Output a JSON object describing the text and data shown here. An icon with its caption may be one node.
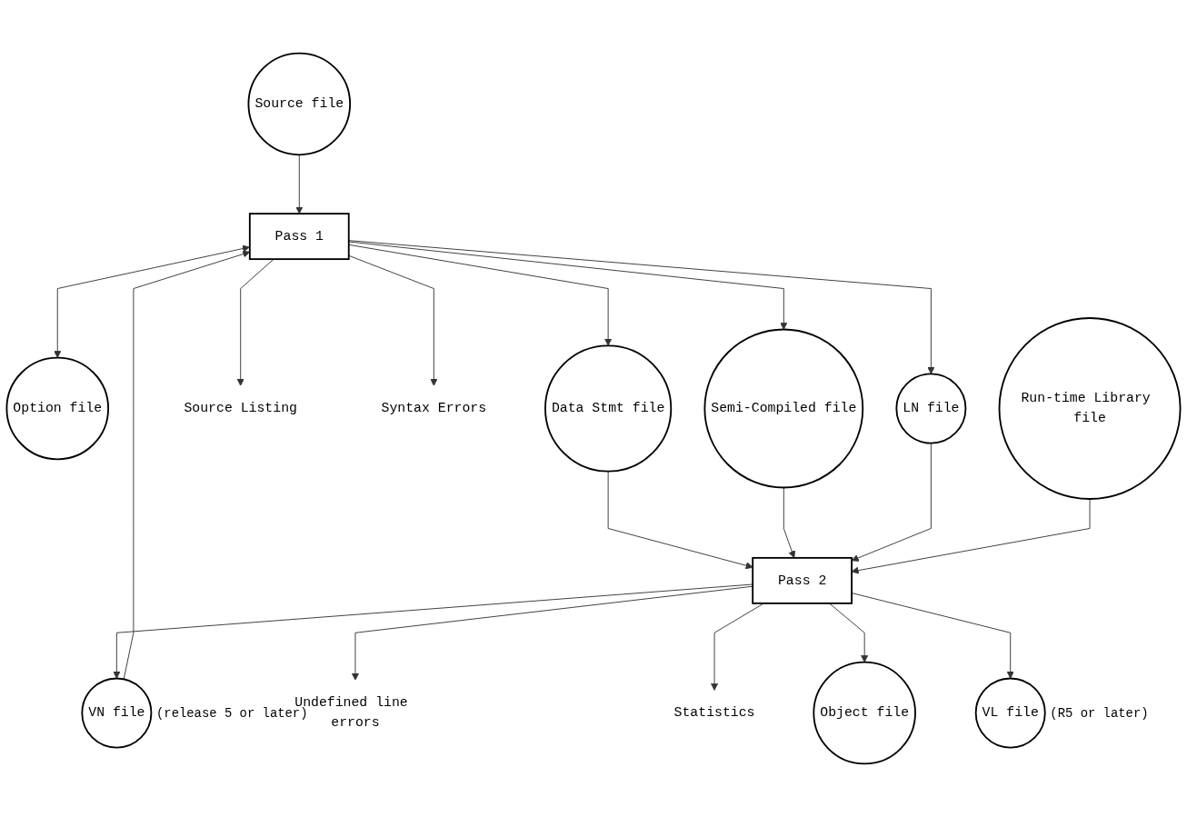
{
  "diagram": {
    "nodes": [
      {
        "text": [
          "Source file"
        ]
      },
      {
        "text": [
          "Option file"
        ]
      },
      {
        "text": [
          "Data Stmt file"
        ]
      },
      {
        "text": [
          "Pass 1"
        ]
      },
      {
        "text": [
          "Source Listing"
        ]
      },
      {
        "text": [
          "Syntax Errors"
        ]
      },
      {
        "text": [
          "VN file"
        ],
        "beside": [
          "(release 5 or later)"
        ]
      },
      {
        "text": [
          "Semi-Compiled file"
        ]
      },
      {
        "text": [
          "Pass 2"
        ]
      },
      {
        "text": [
          "Undefined line errors"
        ]
      },
      {
        "text": [
          "Statistics"
        ]
      },
      {
        "text": [
          "LN file"
        ]
      },
      {
        "text": [
          "Object file"
        ]
      },
      {
        "text": [
          "VL file"
        ],
        "beside": [
          "(R5 or later)"
        ]
      },
      {
        "text": [
          "Run-time Library file"
        ]
      }
    ],
    "edges": [
      {
        "from": 0,
        "to": 3,
        "arrow": "to"
      },
      {
        "from": 3,
        "to": 1,
        "arrow": "both"
      },
      {
        "from": 3,
        "to": 2,
        "arrow": "to"
      },
      {
        "from": 2,
        "to": 8,
        "arrow": "to"
      },
      {
        "from": 3,
        "to": 7,
        "arrow": "to"
      },
      {
        "from": 7,
        "to": 8,
        "arrow": "to"
      },
      {
        "from": 3,
        "to": 11,
        "arrow": "to"
      },
      {
        "from": 11,
        "to": 8,
        "arrow": "to"
      },
      {
        "from": 3,
        "to": 4,
        "arrow": "to"
      },
      {
        "from": 3,
        "to": 5,
        "arrow": "to"
      },
      {
        "from": 6,
        "to": 3,
        "arrow": "to"
      },
      {
        "from": 8,
        "to": 6,
        "arrow": "to"
      },
      {
        "from": 8,
        "to": 9,
        "arrow": "to"
      },
      {
        "from": 8,
        "to": 10,
        "arrow": "to"
      },
      {
        "from": 8,
        "to": 12,
        "arrow": "to"
      },
      {
        "from": 8,
        "to": 13,
        "arrow": "to"
      },
      {
        "from": 14,
        "to": 8,
        "arrow": "to"
      }
    ]
  }
}
